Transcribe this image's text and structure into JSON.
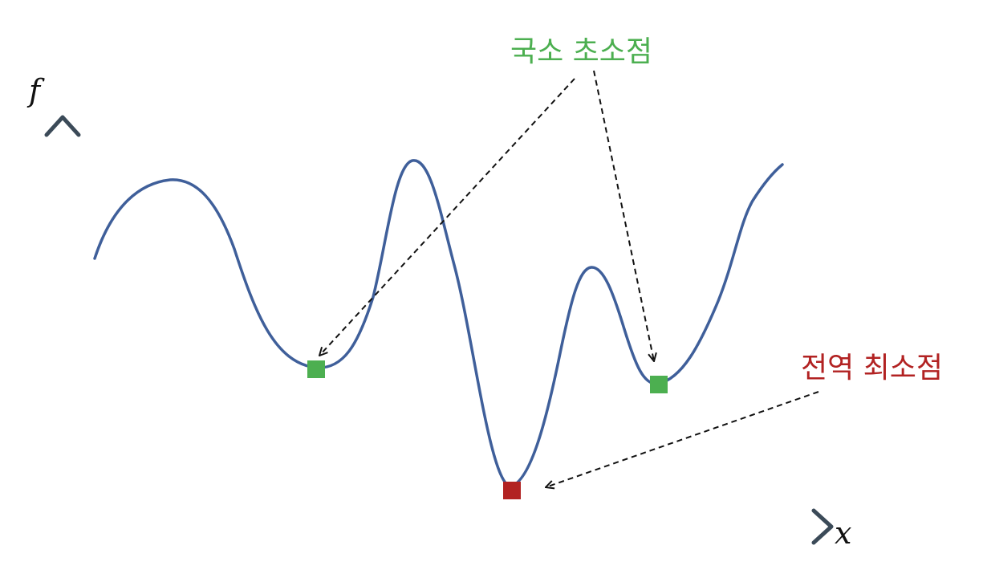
{
  "axes": {
    "x_label": "x",
    "y_label": "f"
  },
  "annotations": {
    "local_minimum_label": "국소 초소점",
    "global_minimum_label": "전역 최소점"
  },
  "colors": {
    "curve": "#3f5f9a",
    "axis": "#4a5a6a",
    "local_minimum": "#4caf50",
    "global_minimum": "#b22222",
    "local_label": "#4caf50",
    "global_label": "#b22222"
  }
}
